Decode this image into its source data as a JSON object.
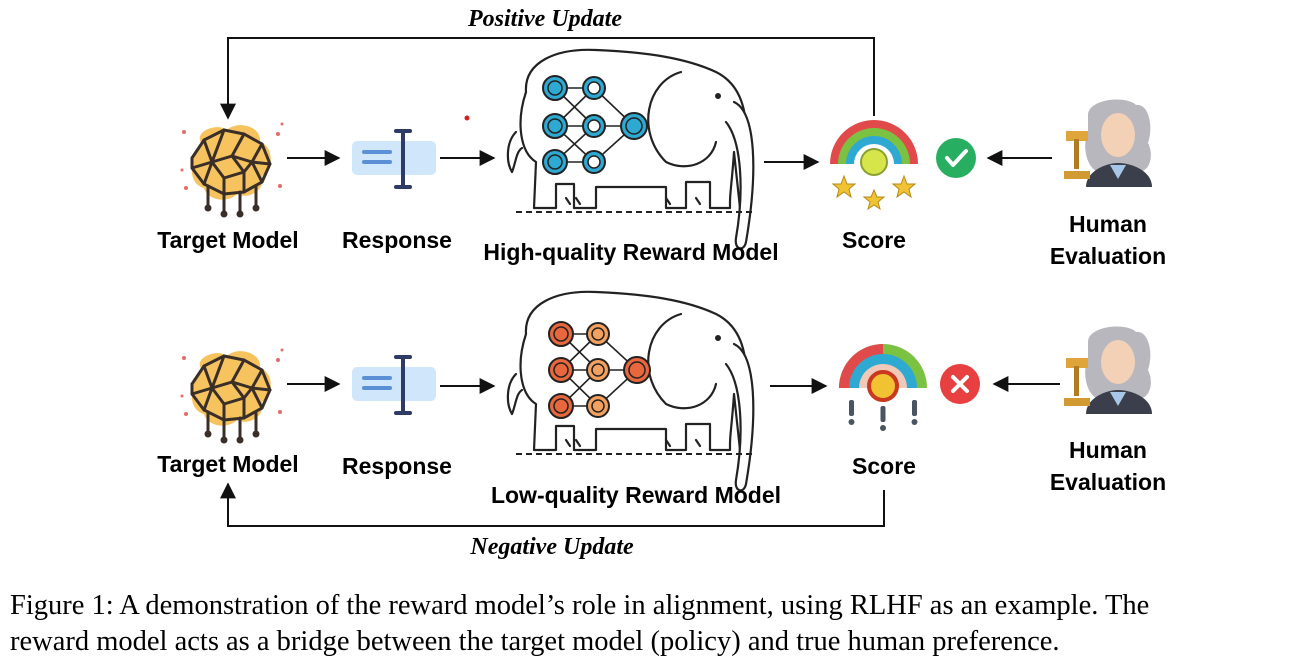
{
  "top_row": {
    "update_label": "Positive Update",
    "target_label": "Target Model",
    "response_label": "Response",
    "reward_label": "High-quality Reward Model",
    "score_label": "Score",
    "human_label_line1": "Human",
    "human_label_line2": "Evaluation",
    "verdict_icon": "check-icon",
    "neuron_color": "#2ea9d1"
  },
  "bottom_row": {
    "update_label": "Negative Update",
    "target_label": "Target Model",
    "response_label": "Response",
    "reward_label": "Low-quality Reward Model",
    "score_label": "Score",
    "human_label_line1": "Human",
    "human_label_line2": "Evaluation",
    "verdict_icon": "cross-icon",
    "neuron_color": "#e8673d"
  },
  "caption": {
    "line1": "Figure 1: A demonstration of the reward model’s role in alignment, using RLHF as an example. The",
    "line2": "reward model acts as a bridge between the target model (policy) and true human preference."
  },
  "colors": {
    "check": "#27ae60",
    "cross": "#e84040",
    "brain": "#f4b942",
    "response": "#cfe6fb",
    "rainbow_blue": "#2ea9d1",
    "rainbow_green": "#7cc242",
    "rainbow_red": "#e04a4a",
    "judge_robe": "#3a3f4b"
  }
}
